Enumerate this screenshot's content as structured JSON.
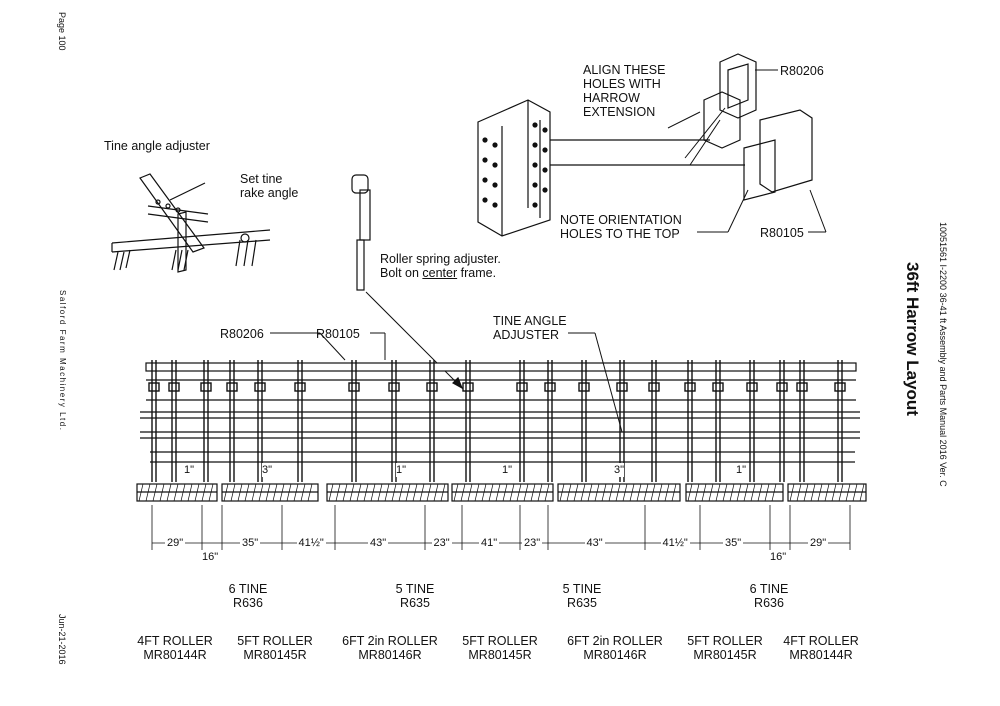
{
  "margin_left": {
    "page": "Page 100",
    "company": "Salford Farm Machinery Ltd.",
    "date": "Jun-21-2016"
  },
  "margin_right": {
    "doc_ref": "10051561 I-2200 36-41 ft Assembly and Parts Manual 2016 Ver. C",
    "title": "36ft Harrow Layout"
  },
  "callouts": {
    "tine_angle_adjuster": "Tine angle adjuster",
    "set_tine_1": "Set tine",
    "set_tine_2": "rake angle",
    "roller_spring_1": "Roller spring adjuster.",
    "roller_spring_2a": "Bolt on ",
    "roller_spring_2b": "center",
    "roller_spring_2c": " frame.",
    "align_1": "ALIGN THESE",
    "align_2": "HOLES WITH",
    "align_3": "HARROW",
    "align_4": "EXTENSION",
    "note_1": "NOTE ORIENTATION",
    "note_2": "HOLES TO THE TOP",
    "part_r80206_top": "R80206",
    "part_r80105_top": "R80105",
    "part_r80206_mid": "R80206",
    "part_r80105_mid": "R80105",
    "tine_angle_1": "TINE ANGLE",
    "tine_angle_2": "ADJUSTER"
  },
  "gaps": [
    "1\"",
    "3\"",
    "1\"",
    "1\"",
    "3\"",
    "1\""
  ],
  "spacing": [
    "29\"",
    "16\"",
    "35\"",
    "41½\"",
    "43\"",
    "23\"",
    "41\"",
    "23\"",
    "43\"",
    "41½\"",
    "35\"",
    "16\"",
    "29\""
  ],
  "tine_groups": [
    {
      "line1": "6 TINE",
      "line2": "R636"
    },
    {
      "line1": "5 TINE",
      "line2": "R635"
    },
    {
      "line1": "5 TINE",
      "line2": "R635"
    },
    {
      "line1": "6 TINE",
      "line2": "R636"
    }
  ],
  "rollers": [
    {
      "line1": "4FT ROLLER",
      "line2": "MR80144R"
    },
    {
      "line1": "5FT ROLLER",
      "line2": "MR80145R"
    },
    {
      "line1": "6FT 2in ROLLER",
      "line2": "MR80146R"
    },
    {
      "line1": "5FT ROLLER",
      "line2": "MR80145R"
    },
    {
      "line1": "6FT 2in ROLLER",
      "line2": "MR80146R"
    },
    {
      "line1": "5FT ROLLER",
      "line2": "MR80145R"
    },
    {
      "line1": "4FT ROLLER",
      "line2": "MR80144R"
    }
  ]
}
